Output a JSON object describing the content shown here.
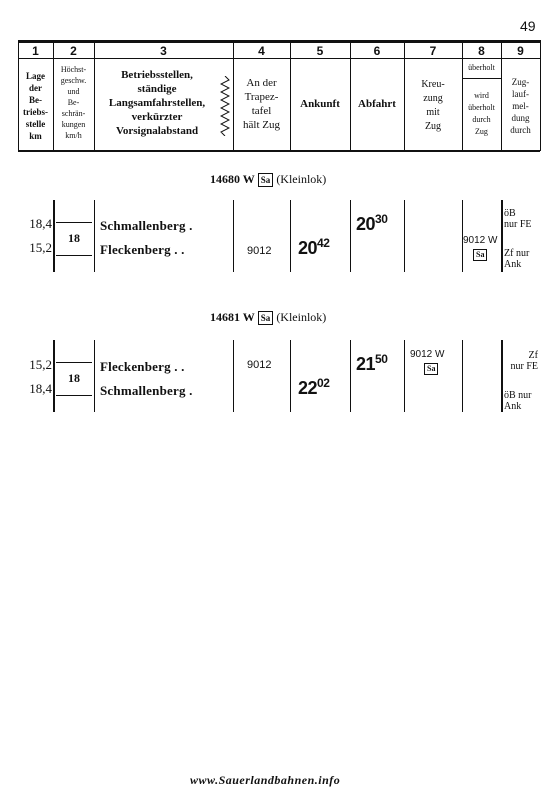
{
  "page_number": "49",
  "header": {
    "col_numbers": [
      "1",
      "2",
      "3",
      "4",
      "5",
      "6",
      "7",
      "8",
      "9"
    ],
    "col1": [
      "Lage",
      "der",
      "Be-",
      "triebs-",
      "stelle",
      "",
      "km"
    ],
    "col2": [
      "Höchst-",
      "geschw.",
      "und",
      "Be-",
      "schrän-",
      "kungen",
      "km/h"
    ],
    "col3": [
      "Betriebsstellen,",
      "ständige",
      "Langsamfahrstellen,",
      "verkürzter",
      "Vorsignalabstand"
    ],
    "col4": [
      "An der",
      "Trapez-",
      "tafel",
      "hält Zug"
    ],
    "col5": "Ankunft",
    "col6": "Abfahrt",
    "col7": [
      "Kreu-",
      "zung",
      "mit",
      "Zug"
    ],
    "col8_top": "überholt",
    "col8_bottom": [
      "wird",
      "überholt",
      "durch",
      "Zug"
    ],
    "col9": [
      "Zug-",
      "lauf-",
      "mel-",
      "dung",
      "durch"
    ]
  },
  "trains": [
    {
      "number": "14680 W",
      "badge": "Sa",
      "note": "(Kleinlok)",
      "speed": "18",
      "rows": [
        {
          "km": "18,4",
          "station": "Schmallenberg  .",
          "trapez": "",
          "arr": "",
          "dep_h": "20",
          "dep_m": "30"
        },
        {
          "km": "15,2",
          "station": "Fleckenberg  . .",
          "trapez": "9012",
          "arr_h": "20",
          "arr_m": "42",
          "dep": ""
        }
      ],
      "col8": "9012 W",
      "col8_badge": "Sa",
      "col9": [
        [
          "öB",
          "nur FE"
        ],
        [
          "Zf nur",
          "Ank"
        ]
      ]
    },
    {
      "number": "14681 W",
      "badge": "Sa",
      "note": "(Kleinlok)",
      "speed": "18",
      "rows": [
        {
          "km": "15,2",
          "station": "Fleckenberg  . .",
          "trapez": "9012",
          "arr": "",
          "dep_h": "21",
          "dep_m": "50"
        },
        {
          "km": "18,4",
          "station": "Schmallenberg  .",
          "trapez": "",
          "arr_h": "22",
          "arr_m": "02",
          "dep": ""
        }
      ],
      "col7": "9012 W",
      "col7_badge": "Sa",
      "col9": [
        [
          "Zf",
          "nur FE"
        ],
        [
          "öB nur",
          "Ank"
        ]
      ]
    }
  ],
  "footer": "www.Sauerlandbahnen.info"
}
